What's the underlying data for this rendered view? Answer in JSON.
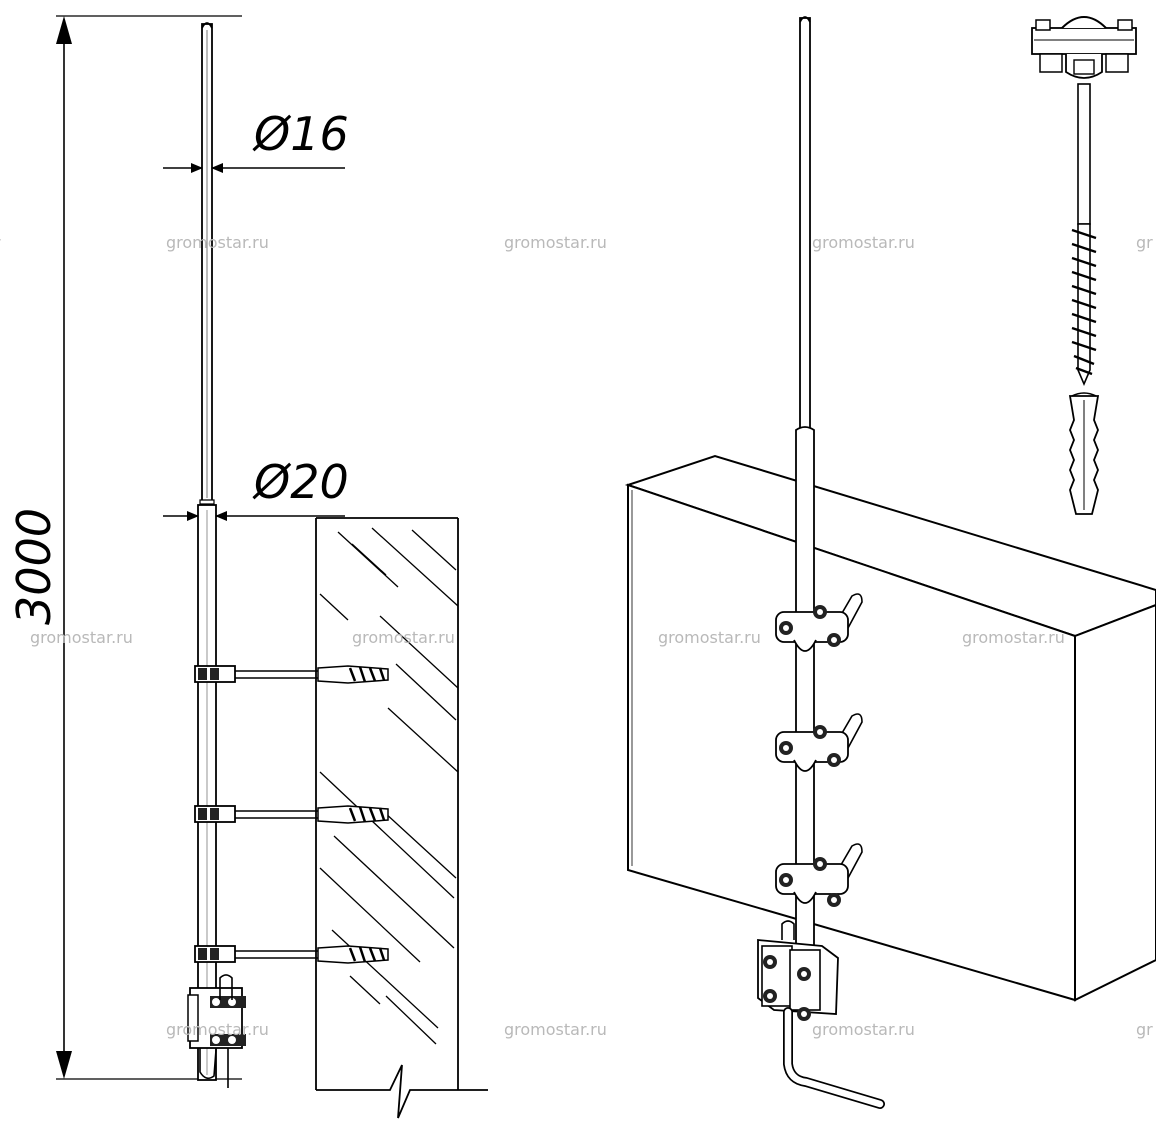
{
  "dimensions": {
    "height": "3000",
    "diameter_top": "Ø16",
    "diameter_bottom": "Ø20"
  },
  "watermark": "gromostar.ru",
  "watermark_partial_left": "r",
  "watermark_partial_right": "gr",
  "icons": [
    "lightning-rod-icon",
    "wall-clamp-icon",
    "anchor-screw-icon",
    "wall-plug-icon",
    "conductor-clamp-icon"
  ]
}
